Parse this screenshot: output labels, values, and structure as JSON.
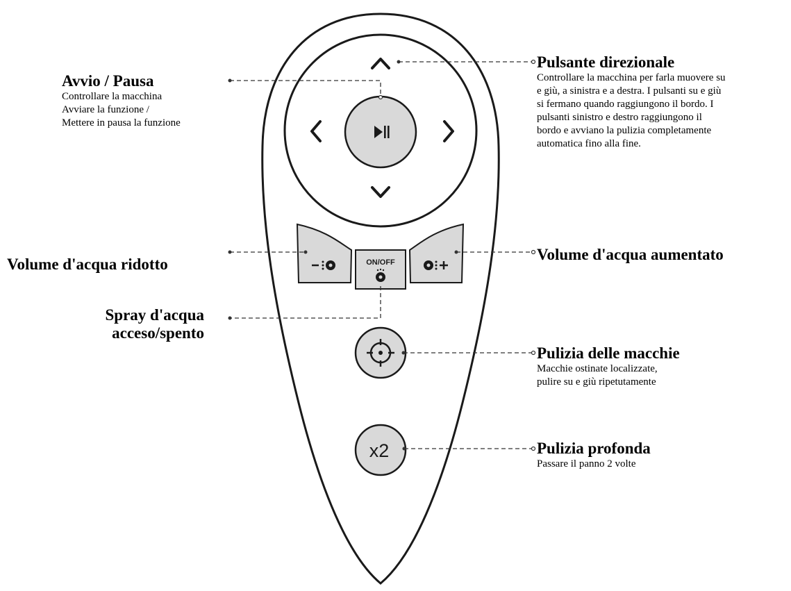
{
  "labels": {
    "play_pause": {
      "title": "Avvio / Pausa",
      "lines": [
        "Controllare la macchina",
        "Avviare la funzione /",
        "Mettere in pausa la funzione"
      ]
    },
    "direction": {
      "title": "Pulsante direzionale",
      "lines": [
        "Controllare la macchina per farla muovere su",
        "e giù, a sinistra e a destra. I pulsanti su e giù",
        "si fermano quando raggiungono il bordo. I",
        "pulsanti sinistro e destro raggiungono il",
        "bordo e avviano la pulizia completamente",
        "automatica fino alla fine."
      ]
    },
    "water_down": {
      "title": "Volume d'acqua ridotto"
    },
    "water_up": {
      "title": "Volume d'acqua aumentato"
    },
    "spray": {
      "lines": [
        "Spray d'acqua",
        "acceso/spento"
      ]
    },
    "spot": {
      "title": "Pulizia delle macchie",
      "lines": [
        "Macchie ostinate localizzate,",
        "pulire su e giù ripetutamente"
      ]
    },
    "deep": {
      "title": "Pulizia profonda",
      "lines": [
        "Passare il panno 2 volte"
      ]
    }
  },
  "buttons": {
    "onoff": "ON/OFF",
    "x2": "x2"
  },
  "icons": [
    "chevron-up-icon",
    "chevron-down-icon",
    "chevron-left-icon",
    "chevron-right-icon",
    "play-pause-icon",
    "water-minus-icon",
    "water-plus-icon",
    "water-drop-icon",
    "crosshair-icon"
  ]
}
